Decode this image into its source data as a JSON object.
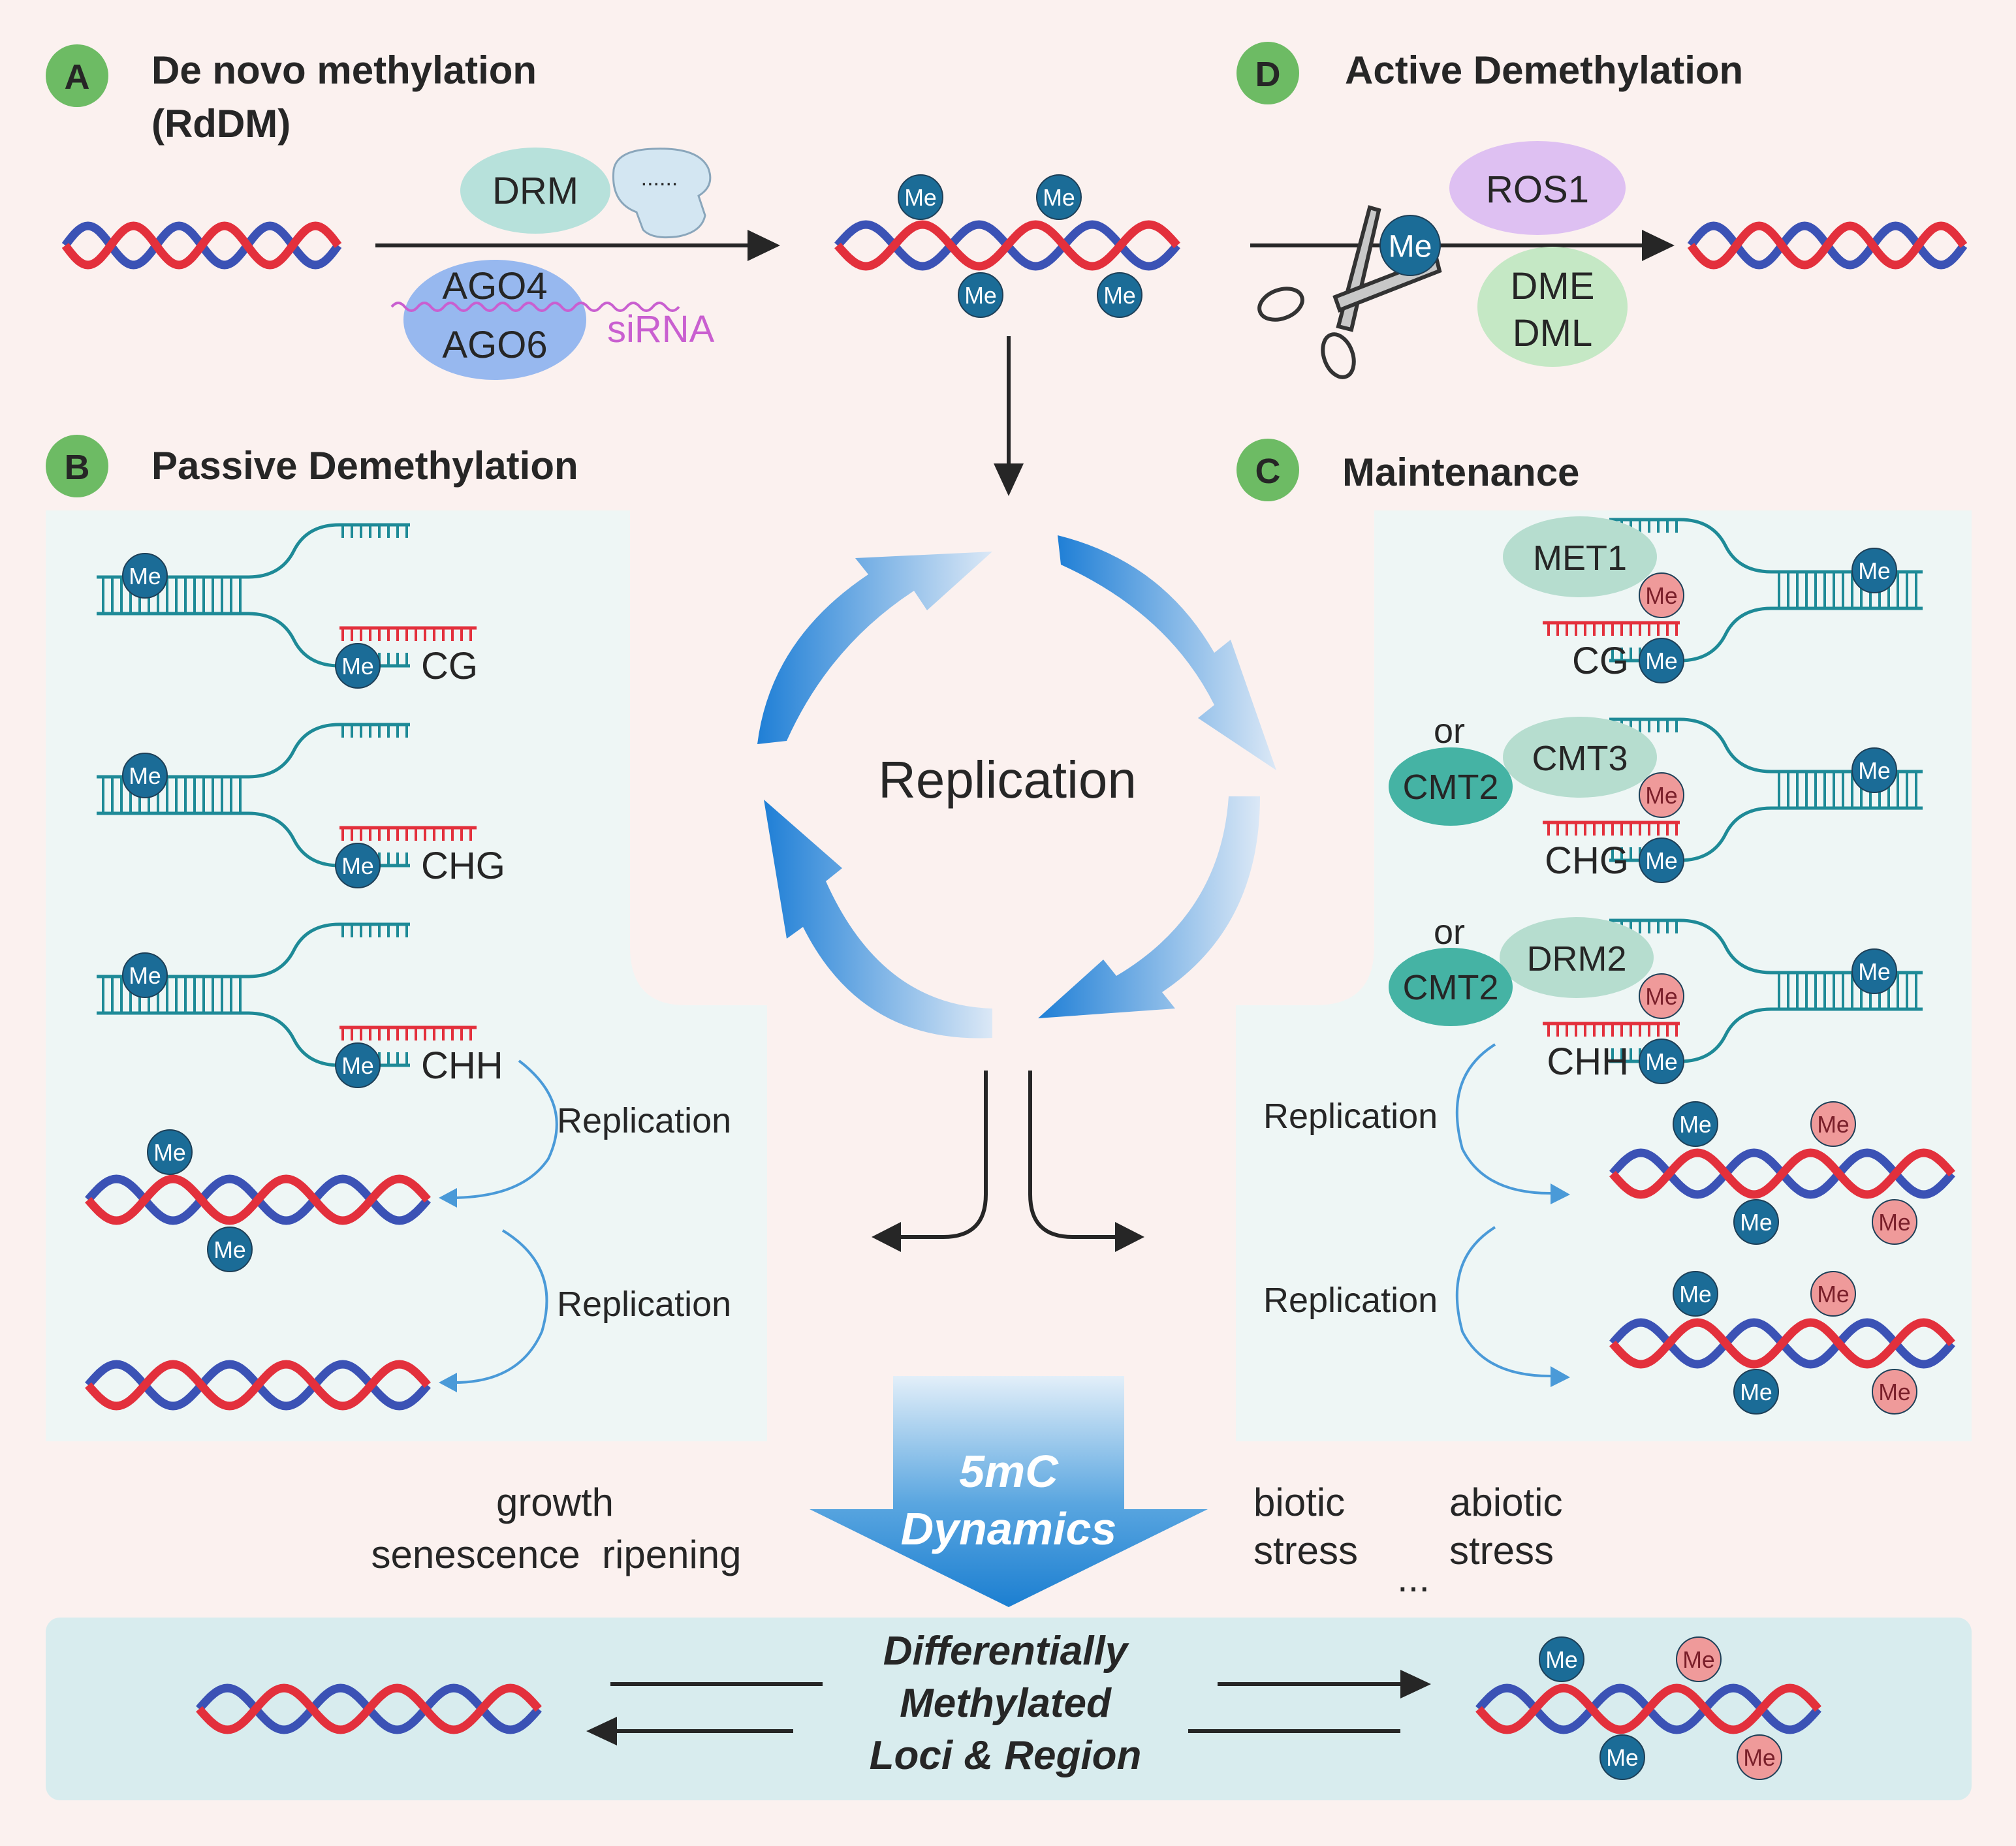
{
  "panel_a": {
    "letter": "A",
    "title_line1": "De novo methylation",
    "title_line2": "(RdDM)",
    "enzyme": "DRM",
    "ago4": "AGO4",
    "ago6": "AGO6",
    "sirna": "siRNA"
  },
  "panel_d": {
    "letter": "D",
    "title": "Active Demethylation",
    "ros1": "ROS1",
    "dme": "DME",
    "dml": "DML"
  },
  "panel_b": {
    "letter": "B",
    "title": "Passive Demethylation",
    "contexts": [
      "CG",
      "CHG",
      "CHH"
    ],
    "replication1": "Replication",
    "replication2": "Replication"
  },
  "panel_c": {
    "letter": "C",
    "title": "Maintenance",
    "met1": "MET1",
    "cmt3": "CMT3",
    "drm2": "DRM2",
    "cmt2": "CMT2",
    "or": "or",
    "contexts": [
      "CG",
      "CHG",
      "CHH"
    ],
    "replication1": "Replication",
    "replication2": "Replication"
  },
  "center": {
    "cycle_label": "Replication"
  },
  "bottom": {
    "arrow_line1": "5mC",
    "arrow_line2": "Dynamics",
    "left_factors_line1": "growth",
    "left_factors_line2": "senescence  ripening",
    "right_biotic_1": "biotic",
    "right_biotic_2": "stress",
    "right_abiotic_1": "abiotic",
    "right_abiotic_2": "stress",
    "ellipsis": "...",
    "dml_line1": "Differentially",
    "dml_line2": "Methylated",
    "dml_line3": "Loci & Region"
  },
  "me_label": "Me",
  "colors": {
    "background": "#fbf1ef",
    "panel_bg": "#eef6f5",
    "bottom_bg": "#d8ecee",
    "letter_circle": "#6dbb64",
    "me_blue": "#1b6c97",
    "me_pink": "#ef9a9a",
    "dna_red": "#e3303c",
    "dna_blue": "#3b52b5",
    "teal_strand": "#1e8a97",
    "drm": "#b7e1db",
    "ago": "#97b8ef",
    "ros1": "#dec0f2",
    "dme": "#c5e8c5",
    "enzyme_light": "#b6ddcf",
    "cmt2": "#45b3a4",
    "sirna": "#c95fd0",
    "cycle_arrow": "#2c83d4"
  }
}
